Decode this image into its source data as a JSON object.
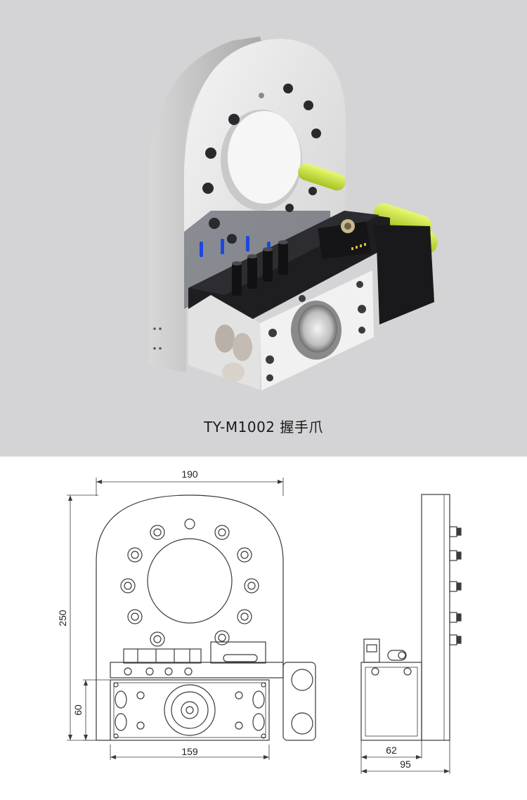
{
  "product": {
    "caption": "TY-M1002 握手爪"
  },
  "drawing": {
    "dimensions": {
      "overall_width": "190",
      "overall_height": "250",
      "block_height": "60",
      "block_width": "159",
      "side_inner_depth": "62",
      "side_total_depth": "95"
    }
  },
  "colors": {
    "background_photo": "#d4d4d6",
    "plate": "#ececec",
    "block_dark": "#1e1e20",
    "accent_yellow": "#c8e030",
    "accent_blue": "#1e46e0",
    "line": "#3a3a3a"
  }
}
